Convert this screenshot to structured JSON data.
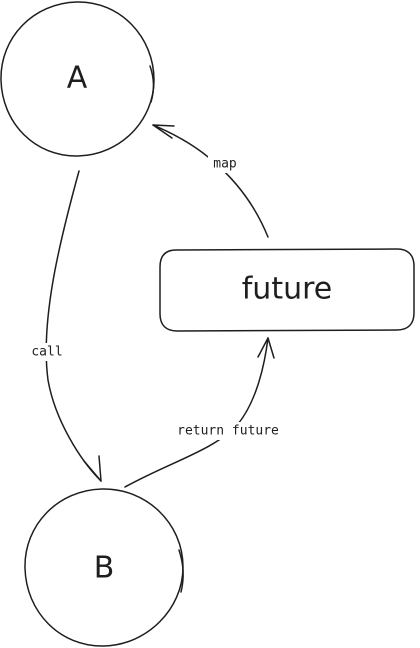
{
  "nodes": {
    "a": {
      "label": "A"
    },
    "b": {
      "label": "B"
    },
    "future": {
      "label": "future"
    }
  },
  "edges": {
    "call": {
      "label": "call"
    },
    "return_future": {
      "label": "return future"
    },
    "map": {
      "label": "map"
    }
  },
  "colors": {
    "stroke": "#1e1e1e",
    "background": "#ffffff"
  }
}
